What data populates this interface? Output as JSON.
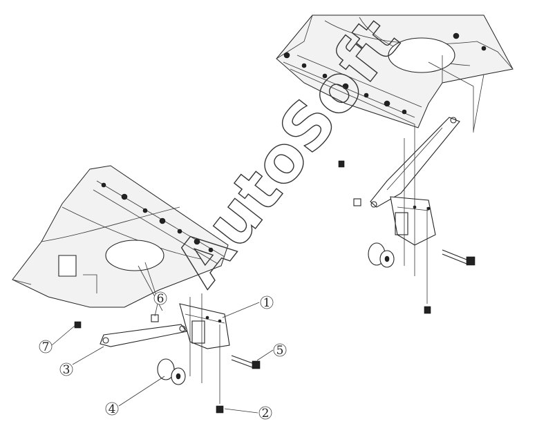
{
  "diagram": {
    "callouts": [
      {
        "label": "1"
      },
      {
        "label": "2"
      },
      {
        "label": "3"
      },
      {
        "label": "4"
      },
      {
        "label": "5"
      },
      {
        "label": "6"
      },
      {
        "label": "7"
      }
    ],
    "watermark": "AutoSoft"
  }
}
